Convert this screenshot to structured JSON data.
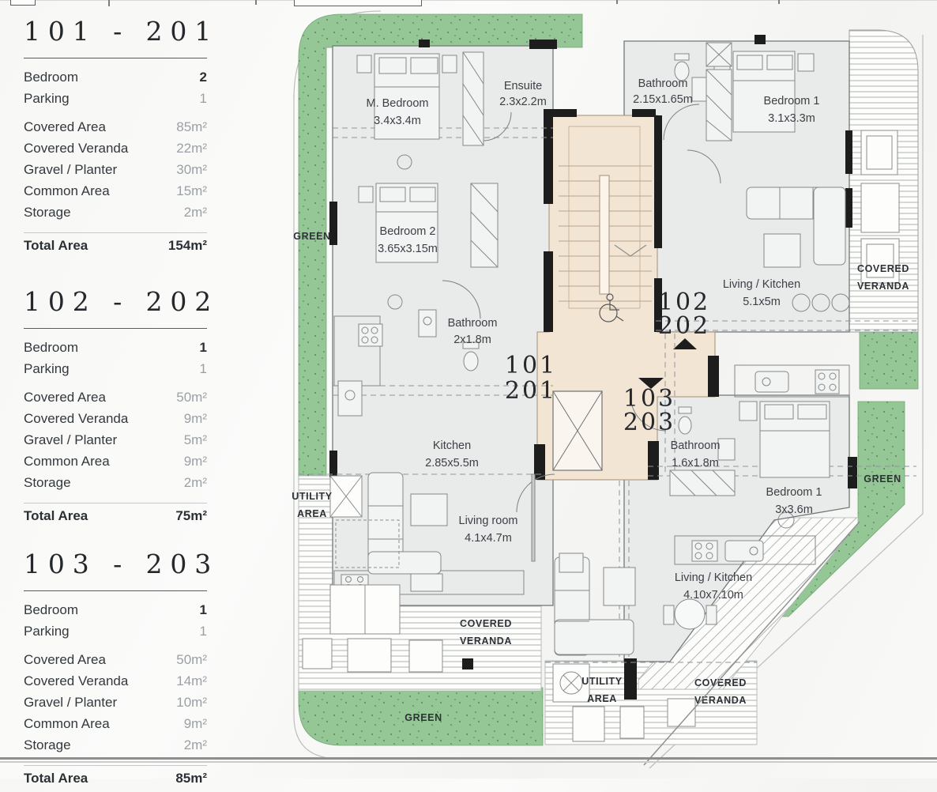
{
  "colors": {
    "green": "#94c795",
    "core_beige": "#f3e5d3",
    "room_gray": "#e9eaea",
    "wall_black": "#1d1d1d",
    "accent_text": "#25282b"
  },
  "sidebar": {
    "units": [
      {
        "title": "101 - 201",
        "rows": [
          {
            "label": "Bedroom",
            "value": "2"
          },
          {
            "label": "Parking",
            "value": "1"
          }
        ],
        "areas": [
          {
            "label": "Covered Area",
            "value": "85m²"
          },
          {
            "label": "Covered Veranda",
            "value": "22m²"
          },
          {
            "label": "Gravel / Planter",
            "value": "30m²"
          },
          {
            "label": "Common Area",
            "value": "15m²"
          },
          {
            "label": "Storage",
            "value": "2m²"
          }
        ],
        "total_label": "Total Area",
        "total_value": "154m²"
      },
      {
        "title": "102 - 202",
        "rows": [
          {
            "label": "Bedroom",
            "value": "1"
          },
          {
            "label": "Parking",
            "value": "1"
          }
        ],
        "areas": [
          {
            "label": "Covered Area",
            "value": "50m²"
          },
          {
            "label": "Covered Veranda",
            "value": "9m²"
          },
          {
            "label": "Gravel / Planter",
            "value": "5m²"
          },
          {
            "label": "Common Area",
            "value": "9m²"
          },
          {
            "label": "Storage",
            "value": "2m²"
          }
        ],
        "total_label": "Total Area",
        "total_value": "75m²"
      },
      {
        "title": "103 - 203",
        "rows": [
          {
            "label": "Bedroom",
            "value": "1"
          },
          {
            "label": "Parking",
            "value": "1"
          }
        ],
        "areas": [
          {
            "label": "Covered Area",
            "value": "50m²"
          },
          {
            "label": "Covered Veranda",
            "value": "14m²"
          },
          {
            "label": "Gravel / Planter",
            "value": "10m²"
          },
          {
            "label": "Common Area",
            "value": "9m²"
          },
          {
            "label": "Storage",
            "value": "2m²"
          }
        ],
        "total_label": "Total Area",
        "total_value": "85m²"
      }
    ]
  },
  "plan": {
    "rooms": [
      {
        "name": "M. Bedroom",
        "dims": "3.4x3.4m"
      },
      {
        "name": "Ensuite",
        "dims": "2.3x2.2m"
      },
      {
        "name": "Bathroom",
        "dims": "2.15x1.65m"
      },
      {
        "name": "Bedroom 1",
        "dims": "3.1x3.3m"
      },
      {
        "name": "Living / Kitchen",
        "dims": "5.1x5m"
      },
      {
        "name": "Bedroom 2",
        "dims": "3.65x3.15m"
      },
      {
        "name": "Bathroom",
        "dims": "2x1.8m"
      },
      {
        "name": "Kitchen",
        "dims": "2.85x5.5m"
      },
      {
        "name": "Living room",
        "dims": "4.1x4.7m"
      },
      {
        "name": "Bathroom",
        "dims": "1.6x1.8m"
      },
      {
        "name": "Bedroom 1",
        "dims": "3x3.6m"
      },
      {
        "name": "Living / Kitchen",
        "dims": "4.10x7.10m"
      }
    ],
    "cores": [
      {
        "a": "101",
        "b": "201"
      },
      {
        "a": "102",
        "b": "202"
      },
      {
        "a": "103",
        "b": "203"
      }
    ],
    "zones": {
      "green": "GREEN",
      "cv1": "COVERED",
      "cv2": "VERANDA",
      "ut1": "UTILITY",
      "ut2": "AREA"
    }
  }
}
